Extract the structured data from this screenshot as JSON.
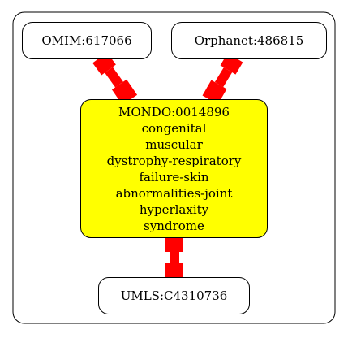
{
  "colors": {
    "center_fill": "#ffff00",
    "edge": "#ff0000",
    "node_fill": "#ffffff",
    "border": "#000000"
  },
  "nodes": {
    "omim": "OMIM:617066",
    "orphanet": "Orphanet:486815",
    "center_lines": [
      "MONDO:0014896",
      "congenital",
      "muscular",
      "dystrophy-respiratory",
      "failure-skin",
      "abnormalities-joint",
      "hyperlaxity",
      "syndrome"
    ],
    "umls": "UMLS:C4310736"
  }
}
